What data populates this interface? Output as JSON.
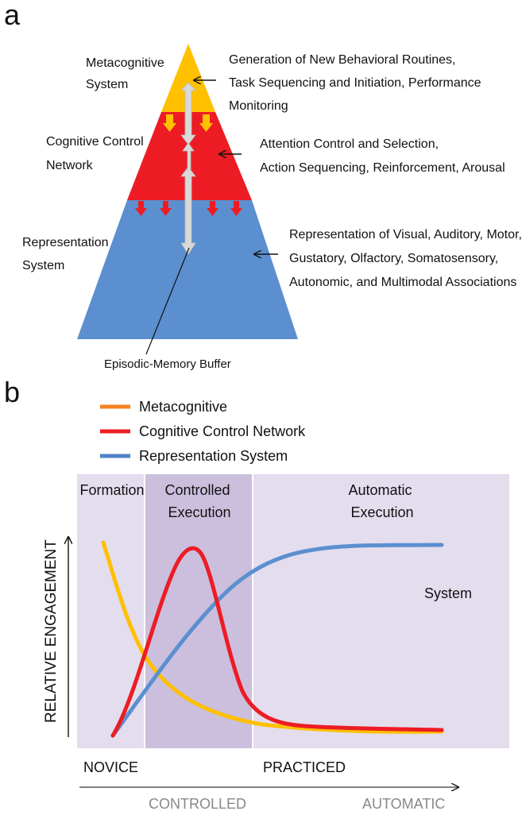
{
  "panel_a": {
    "letter": "a",
    "meta_label": [
      "Metacognitive",
      "System"
    ],
    "meta_desc": [
      "Generation of New Behavioral Routines,",
      "Task Sequencing and Initiation, Performance",
      "Monitoring"
    ],
    "ccn_label": [
      "Cognitive Control",
      "Network"
    ],
    "ccn_desc": [
      "Attention Control and Selection,",
      "Action Sequencing, Reinforcement, Arousal"
    ],
    "rep_label": [
      "Representation",
      "System"
    ],
    "rep_desc": [
      "Representation of Visual, Auditory, Motor,",
      "Gustatory, Olfactory, Somatosensory,",
      "Autonomic, and Multimodal Associations"
    ],
    "buffer_label": "Episodic-Memory Buffer",
    "colors": {
      "meta": "#FFC000",
      "ccn": "#ED1C24",
      "rep": "#5B8FCF",
      "buffer": "#D9D9D9"
    }
  },
  "panel_b": {
    "letter": "b",
    "legend": [
      {
        "name": "Metacognitive",
        "color": "#F58220"
      },
      {
        "name": "Cognitive Control Network",
        "color": "#ED1C24"
      },
      {
        "name": "Representation  System",
        "color": "#4F81C7"
      }
    ],
    "phases": [
      {
        "label": "Formation",
        "color": "#E4DDEE"
      },
      {
        "label": [
          "Controlled",
          "Execution"
        ],
        "color": "#CBBFDD"
      },
      {
        "label": [
          "Automatic",
          "Execution"
        ],
        "color": "#E4DDEE"
      }
    ],
    "floating_label": "System",
    "y_axis_label": "RELATIVE ENGAGEMENT",
    "x_labels": {
      "start": "NOVICE",
      "mid": "PRACTICED"
    },
    "bottom_axis": {
      "start": "CONTROLLED",
      "end": "AUTOMATIC"
    },
    "chart_data": {
      "type": "line",
      "x_range": [
        "NOVICE",
        "PRACTICED"
      ],
      "series": [
        {
          "name": "Metacognitive",
          "color": "#FFC000",
          "shape": "decaying from high to near zero"
        },
        {
          "name": "Cognitive Control Network",
          "color": "#ED1C24",
          "shape": "rises to a peak in Controlled Execution, then decays"
        },
        {
          "name": "Representation  System",
          "color": "#5B8FCF",
          "shape": "sigmoid rise to plateau in Automatic Execution"
        }
      ]
    }
  }
}
